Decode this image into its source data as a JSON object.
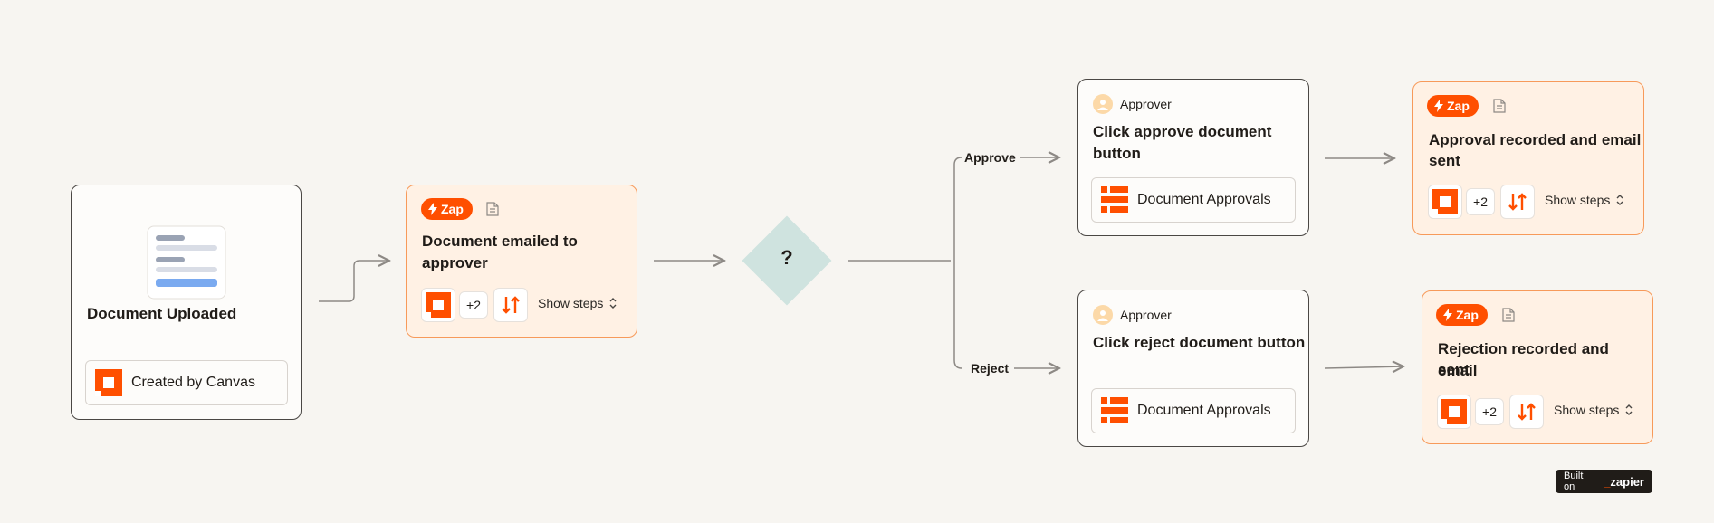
{
  "nodes": {
    "trigger": {
      "title": "Document Uploaded",
      "chip": "Created by Canvas"
    },
    "email_zap": {
      "badge": "Zap",
      "title_line1": "Document emailed to",
      "title_line2": "approver",
      "plus": "+2",
      "show_steps": "Show steps"
    },
    "decision": {
      "symbol": "?"
    },
    "approve_task": {
      "role": "Approver",
      "title_line1": "Click approve document",
      "title_line2": "button",
      "chip": "Document Approvals"
    },
    "reject_task": {
      "role": "Approver",
      "title_line1": "Click reject document button",
      "chip": "Document Approvals"
    },
    "approval_zap": {
      "badge": "Zap",
      "title_line1": "Approval recorded and email",
      "title_line2": "sent",
      "plus": "+2",
      "show_steps": "Show steps"
    },
    "rejection_zap": {
      "badge": "Zap",
      "title_line1": "Rejection recorded and email",
      "title_line2": "sent",
      "plus": "+2",
      "show_steps": "Show steps"
    }
  },
  "branches": {
    "approve": "Approve",
    "reject": "Reject"
  },
  "footer": {
    "built_on": "Built on",
    "brand": "zapier"
  },
  "colors": {
    "brand_orange": "#ff4f00",
    "zap_bg": "#fff1e4",
    "zap_border": "#f79a5a",
    "decision_fill": "#cfe3df",
    "canvas_bg": "#f7f5f1"
  },
  "icons": [
    "bolt-icon",
    "document-icon",
    "canvas-logo-icon",
    "formatter-icon",
    "chevron-updown-icon",
    "user-icon",
    "document-approvals-icon"
  ]
}
